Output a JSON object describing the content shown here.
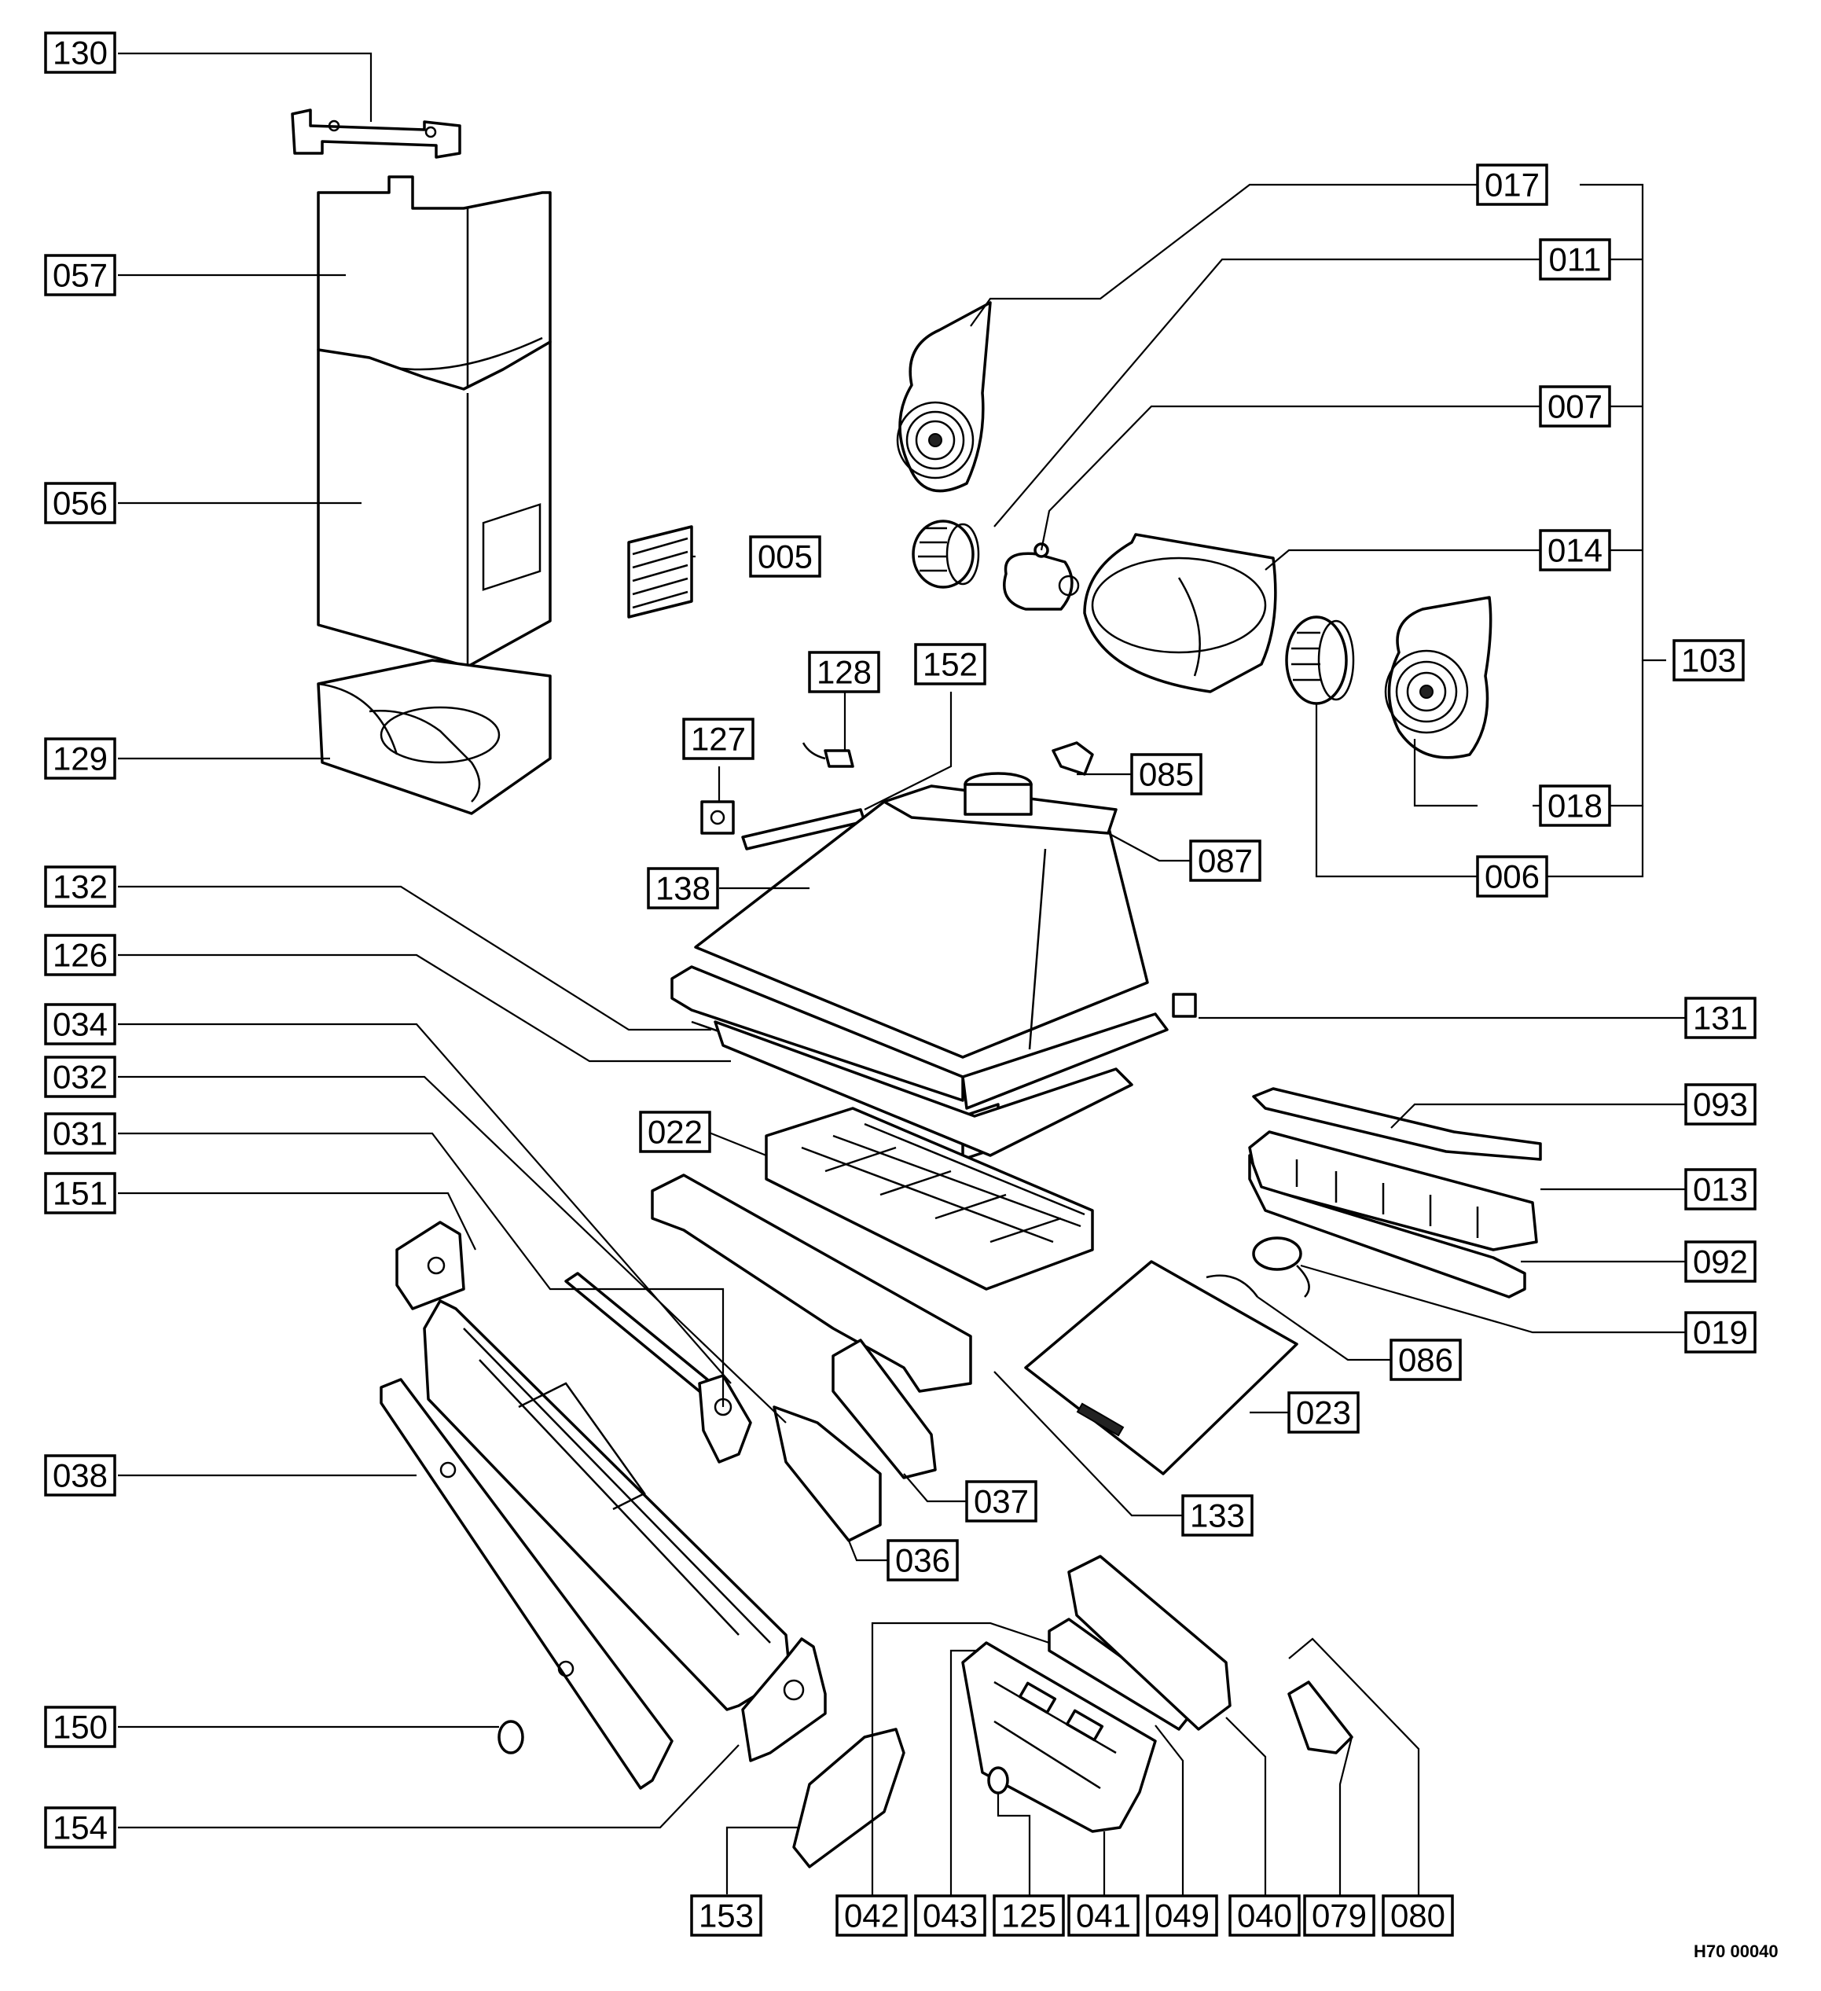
{
  "drawing_code": "H70 00040",
  "labels": {
    "p130": "130",
    "p057": "057",
    "p056": "056",
    "p129": "129",
    "p132": "132",
    "p126": "126",
    "p034": "034",
    "p032": "032",
    "p031": "031",
    "p151": "151",
    "p038": "038",
    "p150": "150",
    "p154": "154",
    "p153": "153",
    "p042": "042",
    "p043": "043",
    "p125": "125",
    "p041": "041",
    "p049": "049",
    "p040": "040",
    "p079": "079",
    "p080": "080",
    "p017": "017",
    "p011": "011",
    "p007": "007",
    "p014": "014",
    "p103": "103",
    "p018": "018",
    "p006": "006",
    "p005": "005",
    "p128": "128",
    "p152": "152",
    "p127": "127",
    "p085": "085",
    "p087": "087",
    "p138": "138",
    "p131": "131",
    "p093": "093",
    "p013": "013",
    "p092": "092",
    "p019": "019",
    "p086": "086",
    "p022": "022",
    "p023": "023",
    "p133": "133",
    "p037": "037",
    "p036": "036"
  }
}
